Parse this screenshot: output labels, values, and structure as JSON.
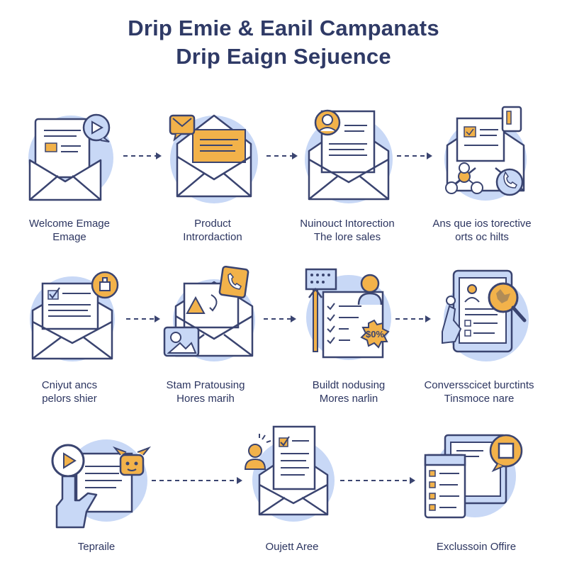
{
  "title": {
    "line1": "Drip Emie & Eanil Campanats",
    "line2": "Drip Eaign Sejuence"
  },
  "colors": {
    "navy": "#2f3a66",
    "accent_blue": "#c8d8f6",
    "accent_orange": "#f2b24a",
    "outline": "#3a4470"
  },
  "steps": [
    {
      "line1": "Welcome Emage",
      "line2": "Emage",
      "icon": "welcome-email-chat-icon"
    },
    {
      "line1": "Product",
      "line2": "Intrordaction",
      "icon": "product-intro-envelope-icon"
    },
    {
      "line1": "Nuinouct Intorection",
      "line2": "The lore sales",
      "icon": "person-letter-envelope-icon"
    },
    {
      "line1": "Ans que ios torective",
      "line2": "orts oc hilts",
      "icon": "network-phone-envelope-icon"
    },
    {
      "line1": "Cniyut ancs",
      "line2": "pelors shier",
      "icon": "checklist-envelope-icon"
    },
    {
      "line1": "Stam Pratousing",
      "line2": "Hores marih",
      "icon": "media-phone-envelope-icon"
    },
    {
      "line1": "Buildt nodusing",
      "line2": "Mores narlin",
      "icon": "checklist-discount-icon"
    },
    {
      "line1": "Conversscicet burctints",
      "line2": "Tinsmoce nare",
      "icon": "tablet-search-icon"
    },
    {
      "line1": "Tepraile",
      "line2": "",
      "icon": "video-hand-icon"
    },
    {
      "line1": "Oujett Aree",
      "line2": "",
      "icon": "person-document-envelope-icon"
    },
    {
      "line1": "Exclussoin Offire",
      "line2": "",
      "icon": "exclusive-offer-icon"
    }
  ]
}
